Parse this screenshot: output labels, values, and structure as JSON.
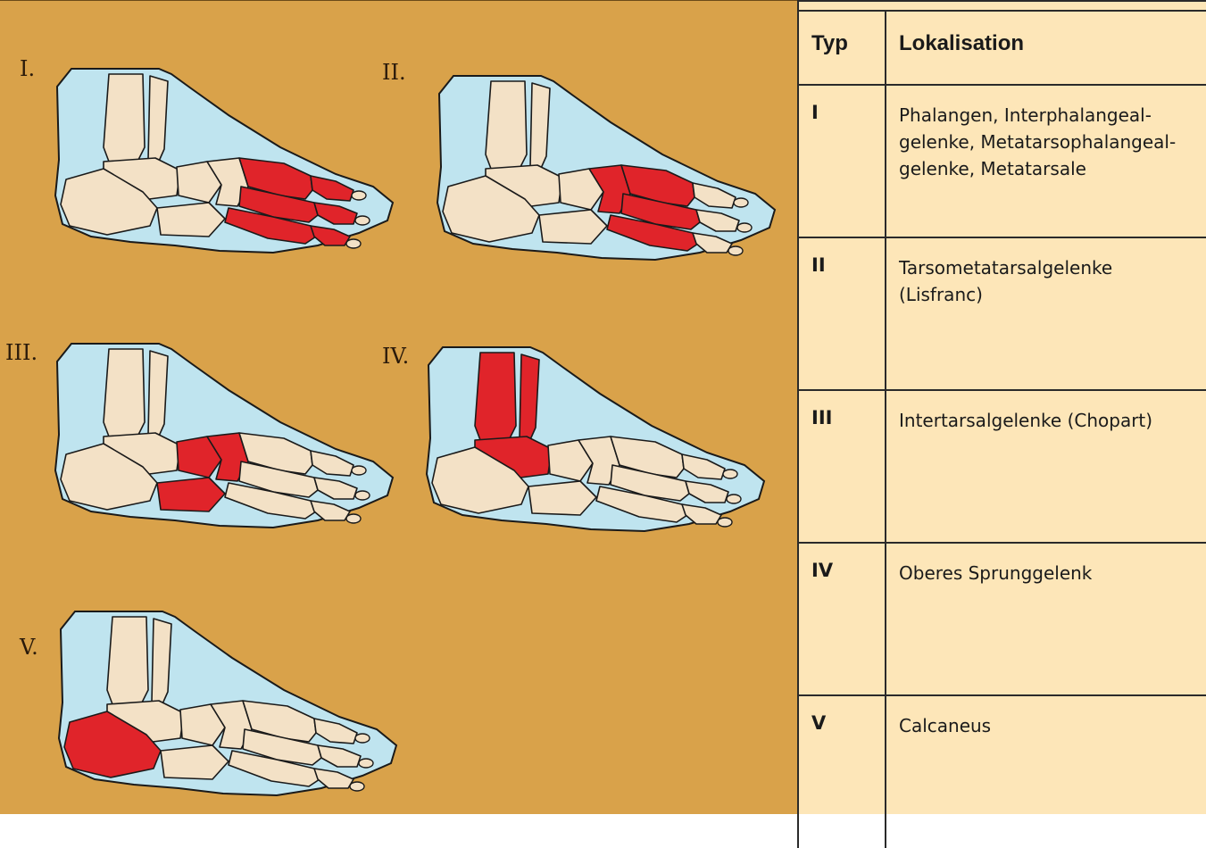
{
  "figure": {
    "background_color": "#d9a24a",
    "colors": {
      "soft_tissue": "#bfe4ef",
      "bone": "#f3e1c6",
      "outline": "#1a1a1a",
      "highlight": "#e0242a"
    },
    "panels": [
      {
        "label": "I.",
        "highlight_region": "metatarsals-phalanges"
      },
      {
        "label": "II.",
        "highlight_region": "tarsometatarsal"
      },
      {
        "label": "III.",
        "highlight_region": "intertarsal"
      },
      {
        "label": "IV.",
        "highlight_region": "upper-ankle"
      },
      {
        "label": "V.",
        "highlight_region": "calcaneus"
      }
    ]
  },
  "table": {
    "background_color": "#fde6b8",
    "headers": {
      "typ": "Typ",
      "lokalisation": "Lokalisation"
    },
    "rows": [
      {
        "typ": "I",
        "lokalisation": "Phalangen, Interphalangeal- gelenke, Metatarsophalangeal- gelenke, Metatarsale"
      },
      {
        "typ": "II",
        "lokalisation": "Tarsometatarsalgelenke (Lisfranc)"
      },
      {
        "typ": "III",
        "lokalisation": "Intertarsalgelenke (Chopart)"
      },
      {
        "typ": "IV",
        "lokalisation": "Oberes Sprunggelenk"
      },
      {
        "typ": "V",
        "lokalisation": "Calcaneus"
      }
    ]
  }
}
